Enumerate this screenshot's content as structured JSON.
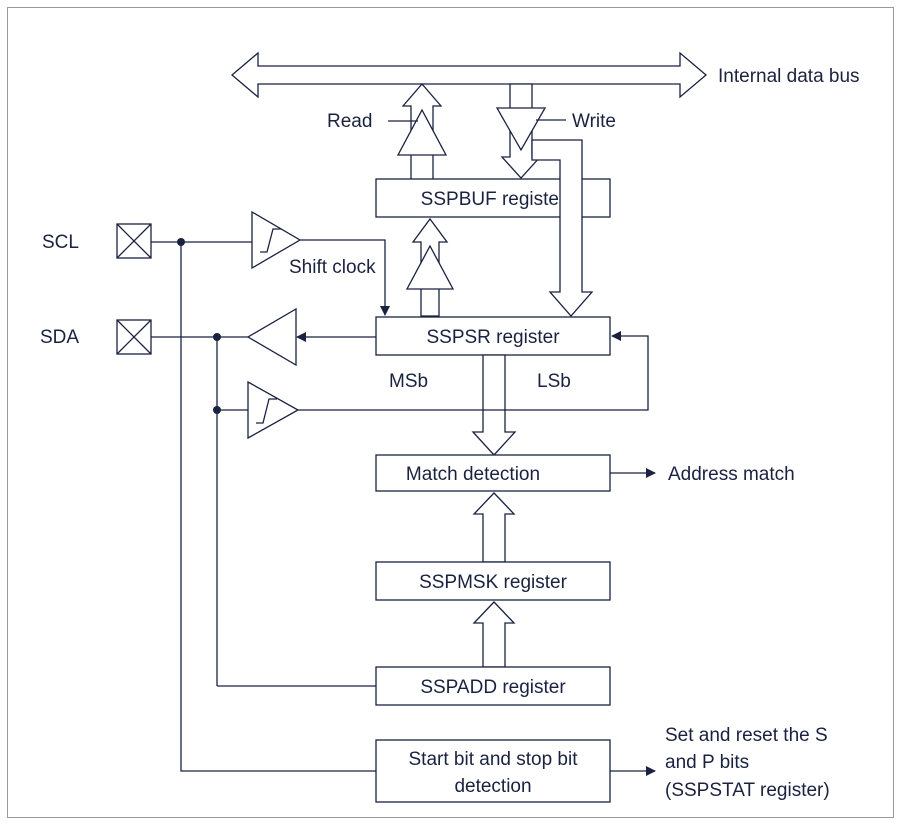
{
  "labels": {
    "internal_bus": "Internal data bus",
    "read": "Read",
    "write": "Write",
    "scl": "SCL",
    "sda": "SDA",
    "shift_clock": "Shift clock",
    "msb": "MSb",
    "lsb": "LSb",
    "address_match": "Address match",
    "set_reset_line1": "Set and reset the S",
    "set_reset_line2": "and P bits",
    "set_reset_line3": "(SSPSTAT register)"
  },
  "blocks": {
    "sspbuf": "SSPBUF register",
    "sspsr": "SSPSR register",
    "match": "Match detection",
    "sspmsk": "SSPMSK register",
    "sspadd": "SSPADD register",
    "startstop_line1": "Start bit and stop bit",
    "startstop_line2": "detection"
  },
  "colors": {
    "line": "#1a2240",
    "frame": "#9a9a9a",
    "background": "#ffffff"
  }
}
